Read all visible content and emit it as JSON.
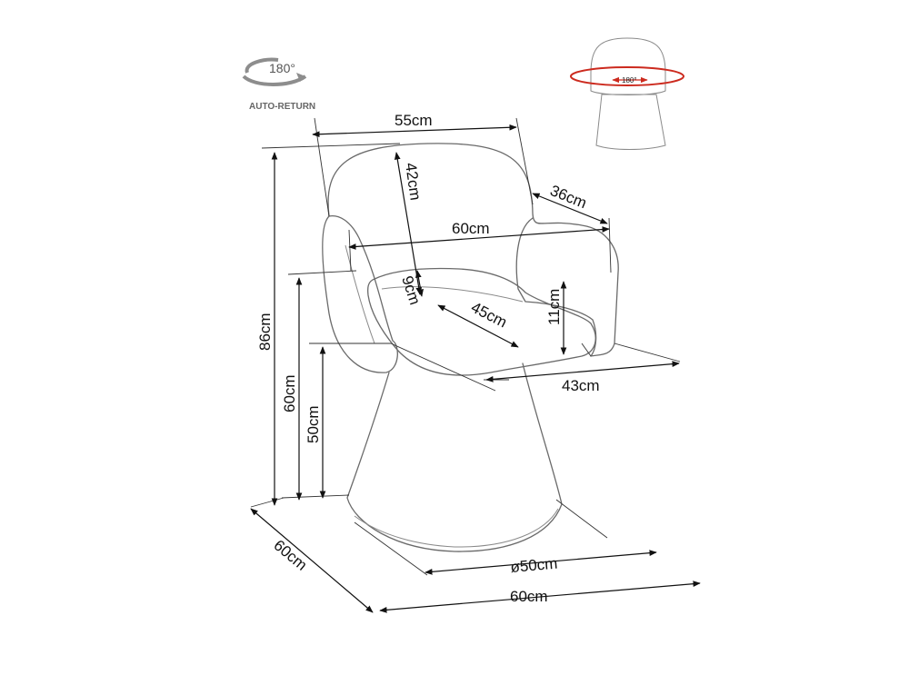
{
  "rotation_badge": {
    "angle": "180°",
    "caption": "AUTO-RETURN"
  },
  "thumbnail": {
    "angle": "180°",
    "accent_color": "#cc2a1e"
  },
  "dimensions": {
    "seat_width_top": "55cm",
    "backrest_height": "42cm",
    "arm_depth": "36cm",
    "arm_span": "60cm",
    "cushion_thickness": "9cm",
    "seat_depth": "45cm",
    "arm_above_seat": "11cm",
    "seat_front_width": "43cm",
    "total_height": "86cm",
    "arm_height": "60cm",
    "seat_height": "50cm",
    "footprint_depth": "60cm",
    "base_diameter": "ø50cm",
    "footprint_width": "60cm"
  }
}
